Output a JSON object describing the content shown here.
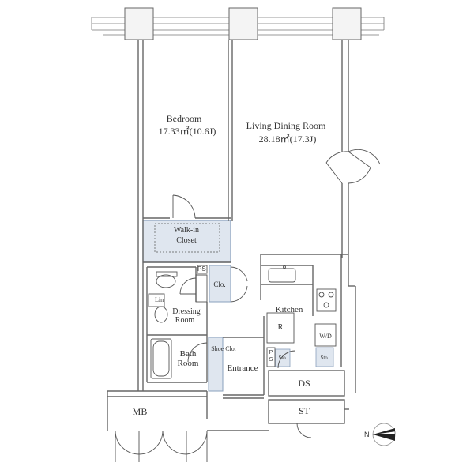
{
  "rooms": {
    "bedroom": {
      "name": "Bedroom",
      "area": "17.33㎡(10.6J)"
    },
    "living": {
      "name": "Living Dining Room",
      "area": "28.18㎡(17.3J)"
    },
    "walkin": {
      "line1": "Walk-in",
      "line2": "Closet"
    },
    "dressing": {
      "line1": "Dressing",
      "line2": "Room"
    },
    "bath": {
      "line1": "Bath",
      "line2": "Room"
    },
    "kitchen": "Kitchen",
    "entrance": "Entrance",
    "shoe": "Shoe Clo.",
    "ds": "DS",
    "st": "ST",
    "mb": "MB"
  },
  "fixtures": {
    "ps_top": "PS",
    "clo": "Clo.",
    "lin": "Lin",
    "fridge": "R",
    "washer": "W/D",
    "ps_kitchen": "P\nS",
    "sto1": "Sto.",
    "sto2": "Sto."
  },
  "compass": {
    "label": "N"
  },
  "colors": {
    "wall": "#666666",
    "closet_fill": "#dfe6ef",
    "closet_stroke": "#8aa0bd",
    "column_fill": "#f2f2f2"
  }
}
